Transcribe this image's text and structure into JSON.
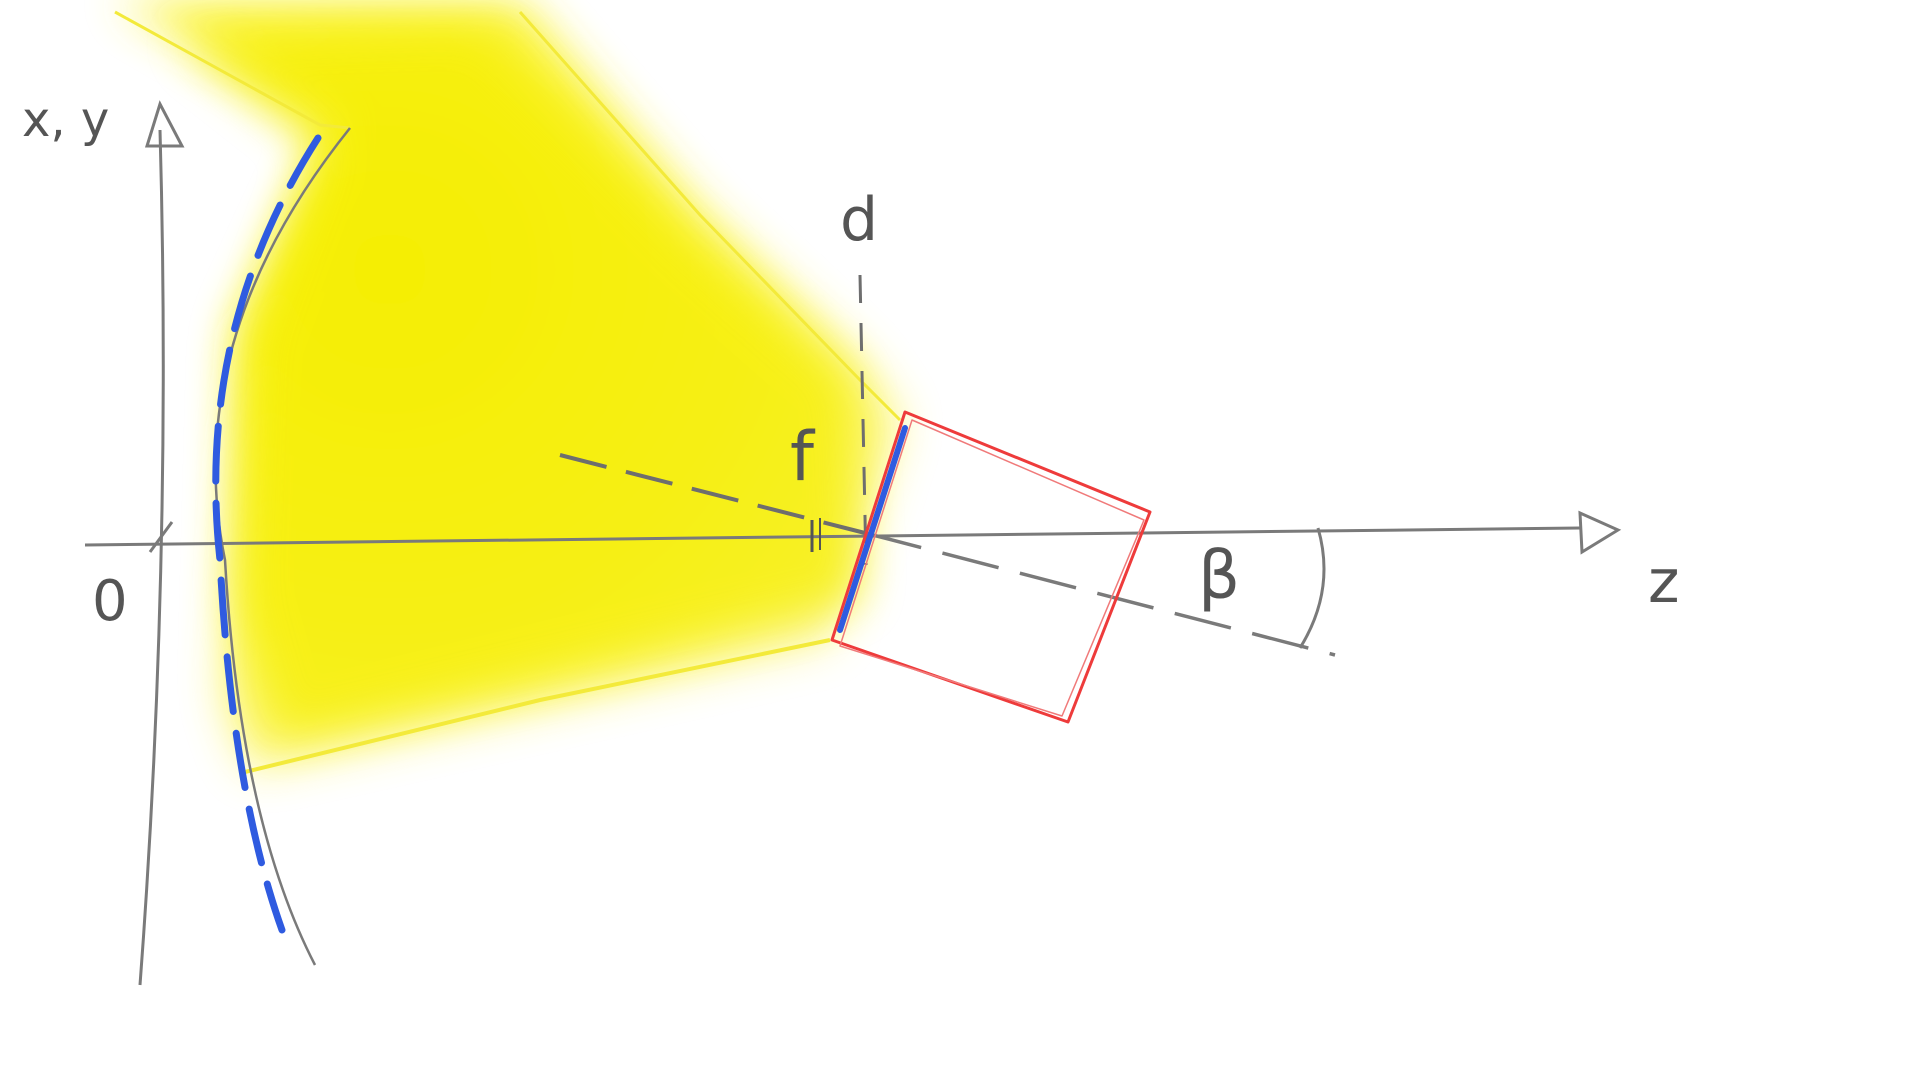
{
  "labels": {
    "vertical_axis": "x, y",
    "origin": "0",
    "horizontal_axis": "z",
    "focal_point": "f",
    "distance_marker": "d",
    "angle": "β"
  },
  "colors": {
    "axis": "#7a7a7a",
    "beam": "#fff000",
    "mirror": "#2f5be0",
    "detector": "#ee3b3b",
    "dashed": "#7a7a7a"
  }
}
